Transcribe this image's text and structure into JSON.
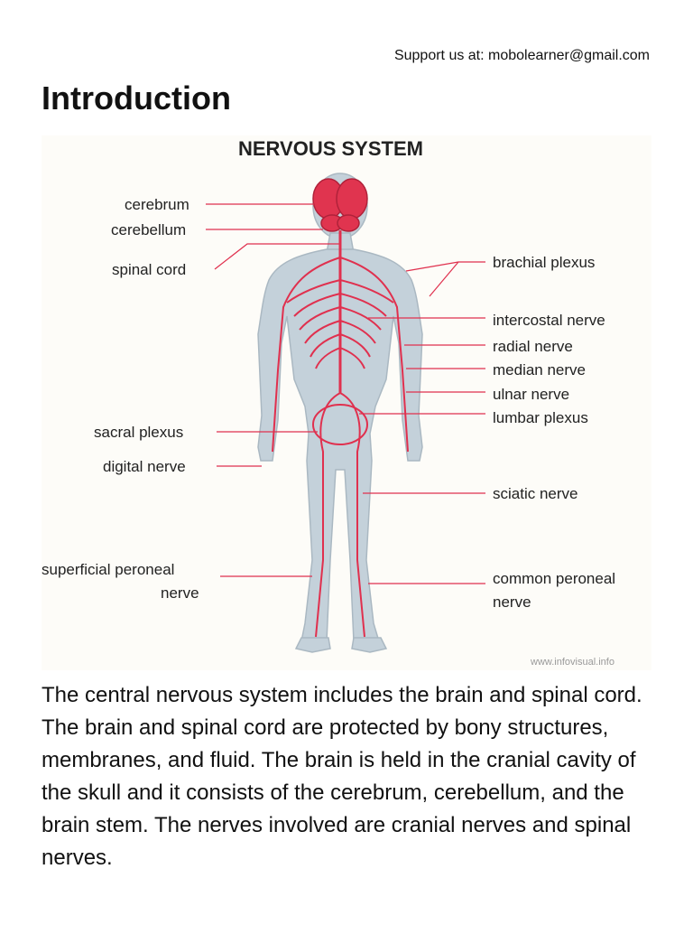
{
  "header": {
    "support_text": "Support us at: mobolearner@gmail.com",
    "title": "Introduction"
  },
  "figure": {
    "title": "NERVOUS SYSTEM",
    "labels_left": {
      "cerebrum": "cerebrum",
      "cerebellum": "cerebellum",
      "spinal_cord": "spinal cord",
      "sacral_plexus": "sacral plexus",
      "digital_nerve": "digital nerve",
      "superficial_peroneal_1": "superficial peroneal",
      "superficial_peroneal_2": "nerve"
    },
    "labels_right": {
      "brachial_plexus": "brachial plexus",
      "intercostal_nerve": "intercostal nerve",
      "radial_nerve": "radial nerve",
      "median_nerve": "median nerve",
      "ulnar_nerve": "ulnar nerve",
      "lumbar_plexus": "lumbar plexus",
      "sciatic_nerve": "sciatic nerve",
      "common_peroneal_1": "common peroneal",
      "common_peroneal_2": "nerve"
    },
    "credit": "www.infovisual.info",
    "colors": {
      "body": "#c4d1da",
      "nerve": "#e0304e",
      "brain": "#e0344f",
      "leader": "#e0304e"
    }
  },
  "paragraph": "The central nervous system includes the brain and spinal cord. The brain and spinal cord are protected by bony structures, membranes, and fluid. The brain is held in the cranial cavity of the skull and it consists of the cerebrum, cerebellum, and the brain stem. The nerves involved are cranial nerves and spinal nerves."
}
